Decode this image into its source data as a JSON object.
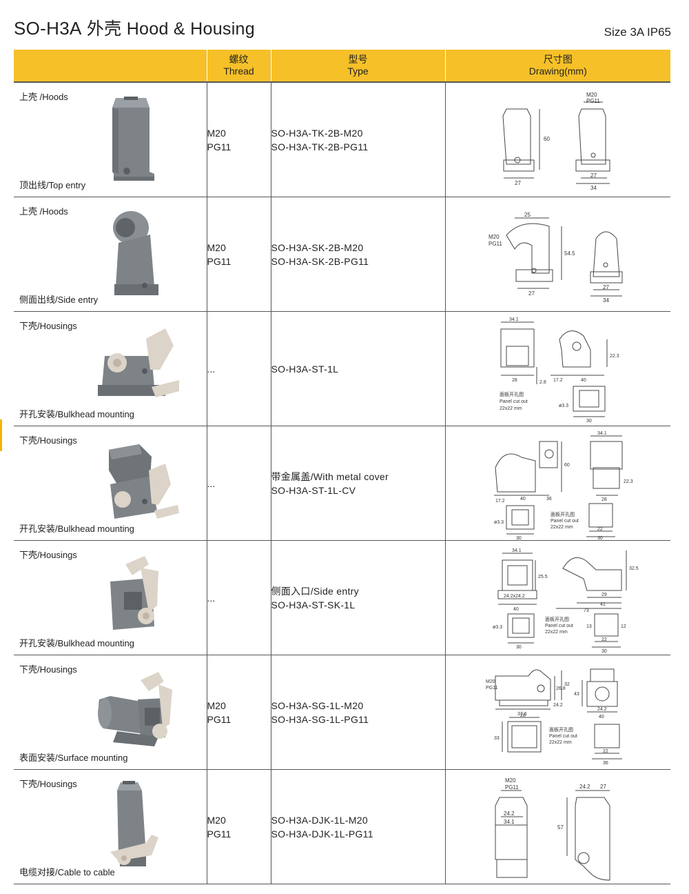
{
  "header": {
    "model": "SO-H3A",
    "title_rest": "外壳 Hood & Housing",
    "size": "Size 3A IP65"
  },
  "columns": {
    "thread_cn": "螺纹",
    "thread_en": "Thread",
    "type_cn": "型号",
    "type_en": "Type",
    "drawing_cn": "尺寸图",
    "drawing_en": "Drawing(mm)"
  },
  "rows": [
    {
      "category": "上壳 /Hoods",
      "subtype": "顶出线/Top entry",
      "thread": [
        "M20",
        "PG11"
      ],
      "type": [
        "SO-H3A-TK-2B-M20",
        "SO-H3A-TK-2B-PG11"
      ],
      "dims": [
        "60",
        "27",
        "M20",
        "PG11",
        "27",
        "34"
      ]
    },
    {
      "category": "上壳 /Hoods",
      "subtype": "侧面出线/Side entry",
      "thread": [
        "M20",
        "PG11"
      ],
      "type": [
        "SO-H3A-SK-2B-M20",
        "SO-H3A-SK-2B-PG11"
      ],
      "dims": [
        "25",
        "M20",
        "PG11",
        "54.5",
        "27",
        "27",
        "34"
      ]
    },
    {
      "category": "下壳/Housings",
      "subtype": "开孔安装/Bulkhead mounting",
      "thread": [
        "..."
      ],
      "type": [
        "SO-H3A-ST-1L"
      ],
      "dims": [
        "34.1",
        "28",
        "2.8",
        "17.2",
        "40",
        "22.3",
        "面板开孔图",
        "Panel cut out",
        "22x22 mm",
        "ø3.3",
        "30"
      ]
    },
    {
      "category": "下壳/Housings",
      "subtype": "开孔安装/Bulkhead mounting",
      "thread": [
        "..."
      ],
      "type": [
        "带金属盖/With metal cover",
        "SO-H3A-ST-1L-CV"
      ],
      "dims": [
        "34.1",
        "60",
        "17.2",
        "40",
        "36",
        "28",
        "22.3",
        "ø3.3",
        "面板开孔图",
        "Panel cut out",
        "22x22 mm",
        "30",
        "22",
        "30"
      ]
    },
    {
      "category": "下壳/Housings",
      "subtype": "开孔安装/Bulkhead mounting",
      "thread": [
        "..."
      ],
      "type": [
        "侧面入口/Side entry",
        "SO-H3A-ST-SK-1L"
      ],
      "dims": [
        "34.1",
        "25.5",
        "24.2x24.2",
        "40",
        "32.5",
        "29",
        "41",
        "73",
        "面板开孔图",
        "Panel cut out",
        "22x22 mm",
        "ø3.3",
        "30",
        "22",
        "30",
        "12",
        "13"
      ]
    },
    {
      "category": "下壳/Housings",
      "subtype": "表面安装/Surface mounting",
      "thread": [
        "M20",
        "PG11"
      ],
      "type": [
        "SO-H3A-SG-1L-M20",
        "SO-H3A-SG-1L-PG11"
      ],
      "dims": [
        "M20",
        "PG11",
        "37.6",
        "24.2",
        "26.8",
        "32",
        "43",
        "24.2",
        "40",
        "28",
        "33",
        "面板开孔图",
        "Panel cut out",
        "22x22 mm",
        "22",
        "36"
      ]
    },
    {
      "category": "下壳/Housings",
      "subtype": "电缆对接/Cable to cable",
      "thread": [
        "M20",
        "PG11"
      ],
      "type": [
        "SO-H3A-DJK-1L-M20",
        "SO-H3A-DJK-1L-PG11"
      ],
      "dims": [
        "M20",
        "PG11",
        "24.2",
        "34.1",
        "24.2",
        "27",
        "57"
      ]
    }
  ]
}
